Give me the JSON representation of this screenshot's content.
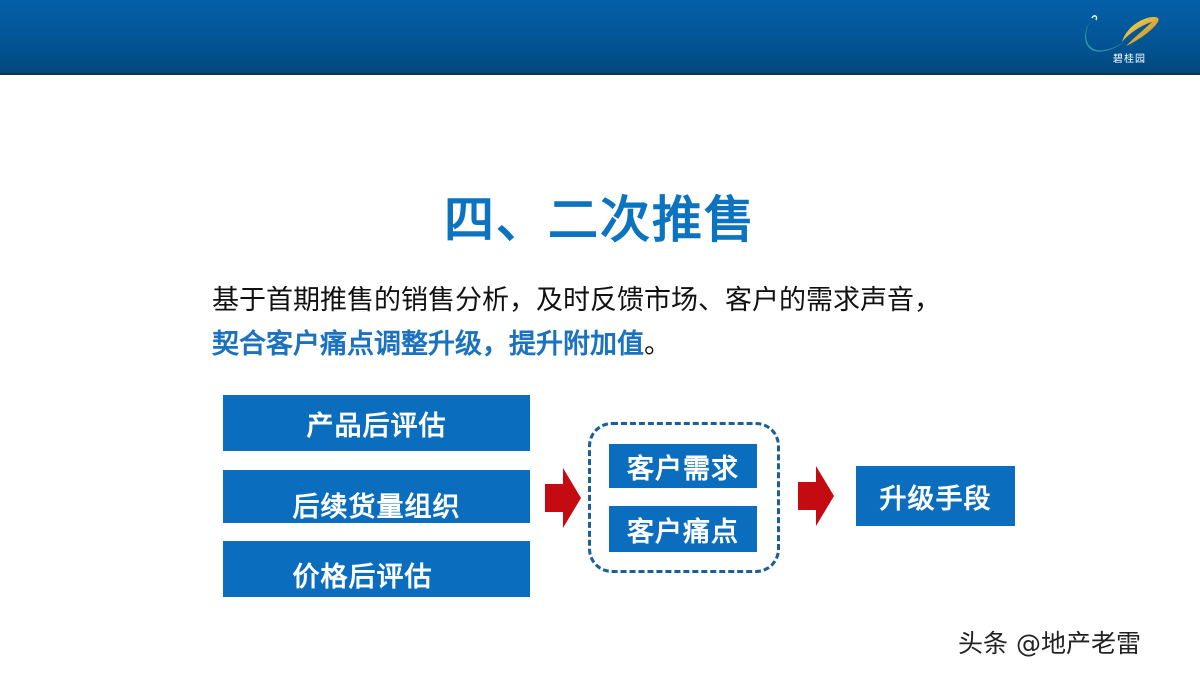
{
  "header": {
    "logo": {
      "icon": "phoenix-logo-icon",
      "text": "碧桂园"
    },
    "colors": {
      "band": "#02528f",
      "accent": "#0c73c0",
      "box": "#0a6dbd",
      "arrow": "#c50b12"
    }
  },
  "slide": {
    "title": "四、二次推售",
    "line1": "基于首期推售的销售分析，及时反馈市场、客户的需求声音，",
    "line2_bold": "契合客户痛点调整升级，提升附加值",
    "line2_end": "。"
  },
  "diagram": {
    "left_boxes": [
      {
        "label": "产品后评估"
      },
      {
        "label": "后续货量组织"
      },
      {
        "label": "价格后评估"
      }
    ],
    "middle_group": [
      {
        "label": "客户需求"
      },
      {
        "label": "客户痛点"
      }
    ],
    "result_box": {
      "label": "升级手段"
    },
    "arrows": [
      "arrow-right-icon",
      "arrow-right-icon"
    ]
  },
  "watermark": {
    "text": "头条 @地产老雷"
  }
}
